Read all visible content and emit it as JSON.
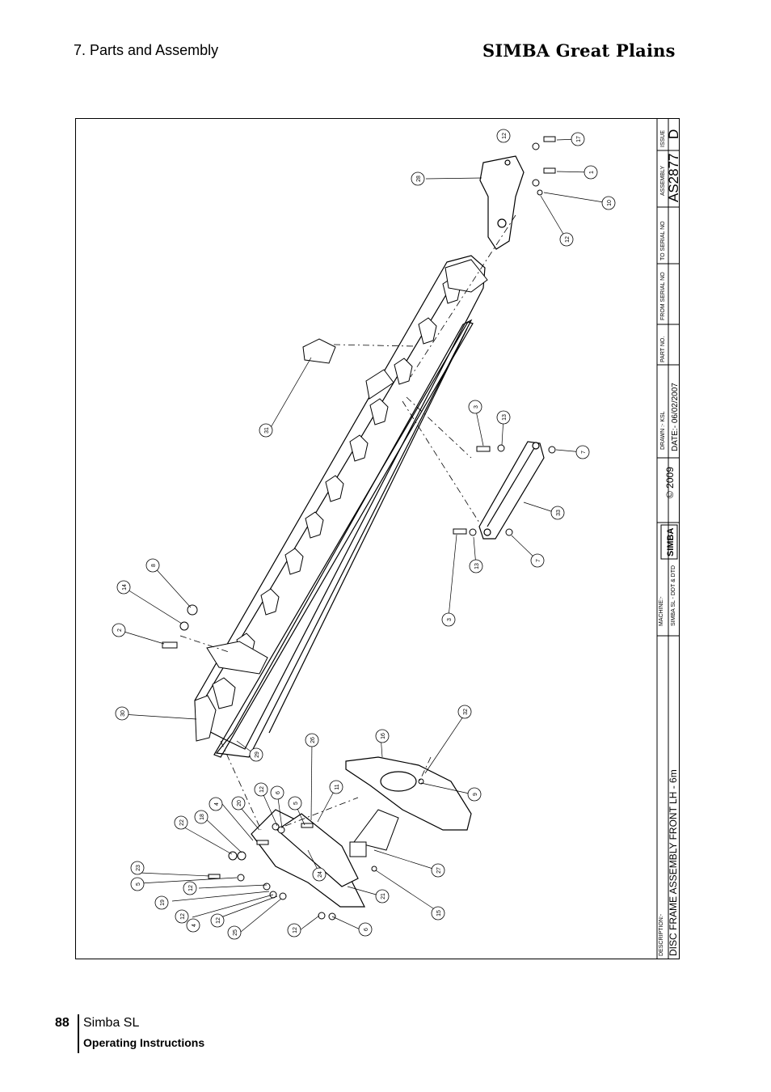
{
  "header": {
    "section_title": "7. Parts and Assembly",
    "brand": "SIMBA Great Plains"
  },
  "title_block": {
    "issue_label": "ISSUE",
    "issue": "D",
    "assembly_label": "ASSEMBLY",
    "assembly": "AS2877",
    "to_serial_label": "TO SERIAL NO",
    "from_serial_label": "FROM SERIAL NO",
    "part_no_label": "PART NO.",
    "drawn_label": "DRAWN :- KSL",
    "date_label": "DATE:- 06/02/2007",
    "copyright": "© 2009",
    "logo": "SIMBA",
    "machine_label": "MACHINE:-",
    "machine": "SIMBA SL - DDT & DTD",
    "description_label": "DESCRIPTION:-",
    "description": "DISC FRAME ASSEMBLY FRONT LH - 6m"
  },
  "callouts": [
    "12",
    "17",
    "1",
    "28",
    "10",
    "12",
    "31",
    "3",
    "13",
    "7",
    "33",
    "7",
    "13",
    "3",
    "8",
    "14",
    "2",
    "30",
    "32",
    "29",
    "26",
    "16",
    "12",
    "6",
    "5",
    "11",
    "9",
    "4",
    "20",
    "22",
    "18",
    "24",
    "27",
    "23",
    "5",
    "12",
    "21",
    "19",
    "12",
    "4",
    "12",
    "25",
    "12",
    "6",
    "15"
  ],
  "footer": {
    "page_number": "88",
    "model": "Simba SL",
    "subtitle": "Operating Instructions"
  }
}
